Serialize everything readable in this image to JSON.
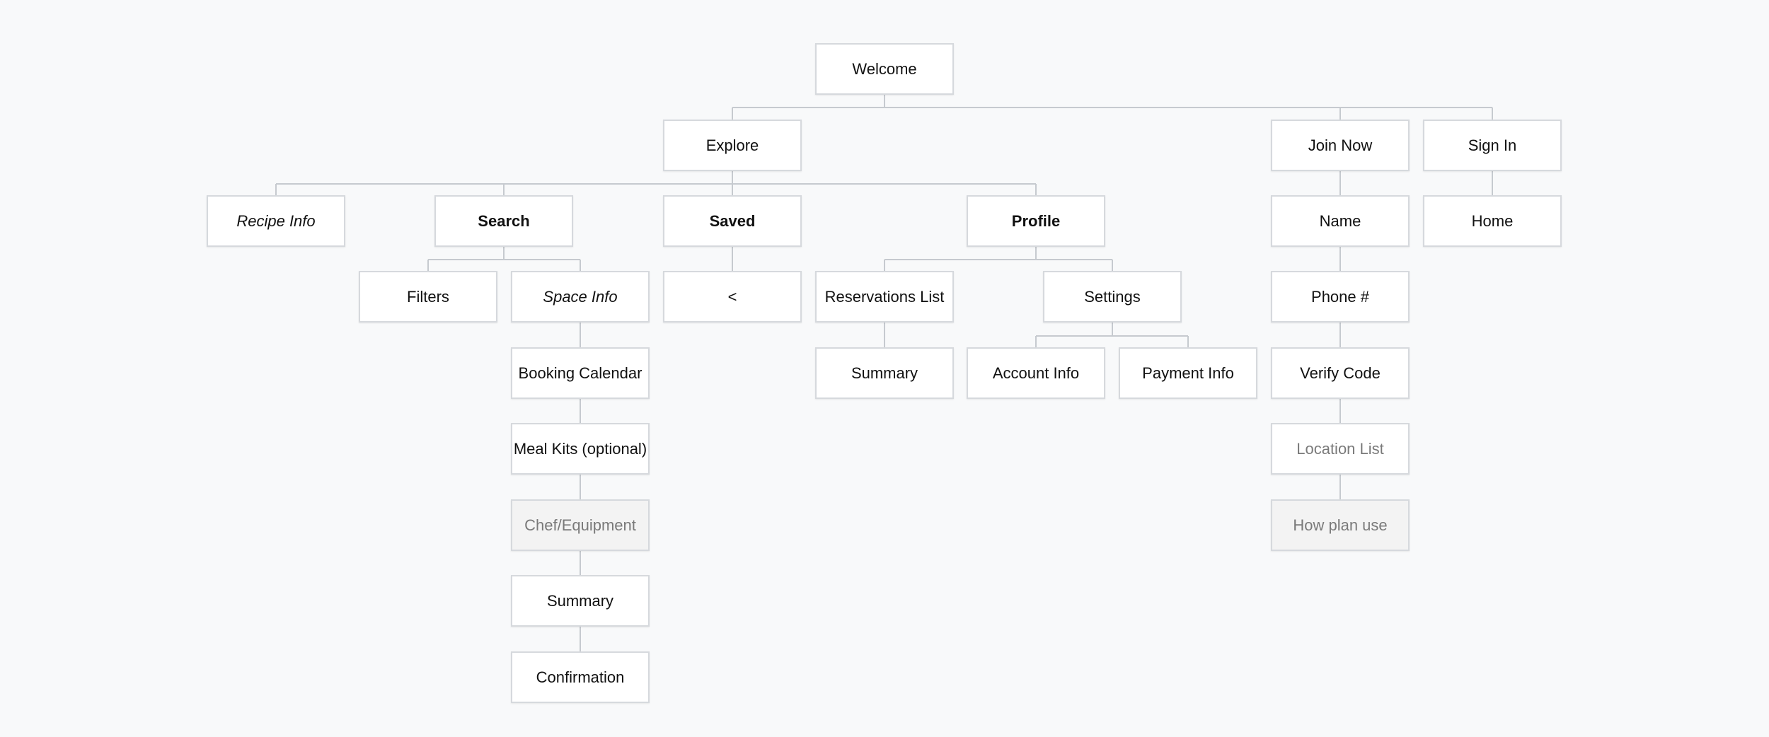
{
  "sitemap": {
    "welcome": "Welcome",
    "explore": "Explore",
    "join_now": "Join Now",
    "sign_in": "Sign In",
    "recipe_info": "Recipe Info",
    "search": "Search",
    "saved": "Saved",
    "profile": "Profile",
    "name": "Name",
    "home": "Home",
    "filters": "Filters",
    "space_info": "Space Info",
    "saved_back": "<",
    "reservations_list": "Reservations List",
    "settings": "Settings",
    "phone": "Phone #",
    "booking_calendar": "Booking Calendar",
    "reservations_summary": "Summary",
    "account_info": "Account Info",
    "payment_info": "Payment Info",
    "verify_code": "Verify Code",
    "meal_kits": "Meal Kits (optional)",
    "location_list": "Location List",
    "chef_equipment": "Chef/Equipment",
    "how_plan_use": "How plan use",
    "booking_summary": "Summary",
    "confirmation": "Confirmation"
  },
  "colors": {
    "background": "#f8f9fa",
    "node_fill": "#ffffff",
    "node_border": "#d6d9dd",
    "connector": "#c6cacf",
    "muted_text": "#7a7a7a",
    "shaded_fill": "#f3f3f3"
  }
}
